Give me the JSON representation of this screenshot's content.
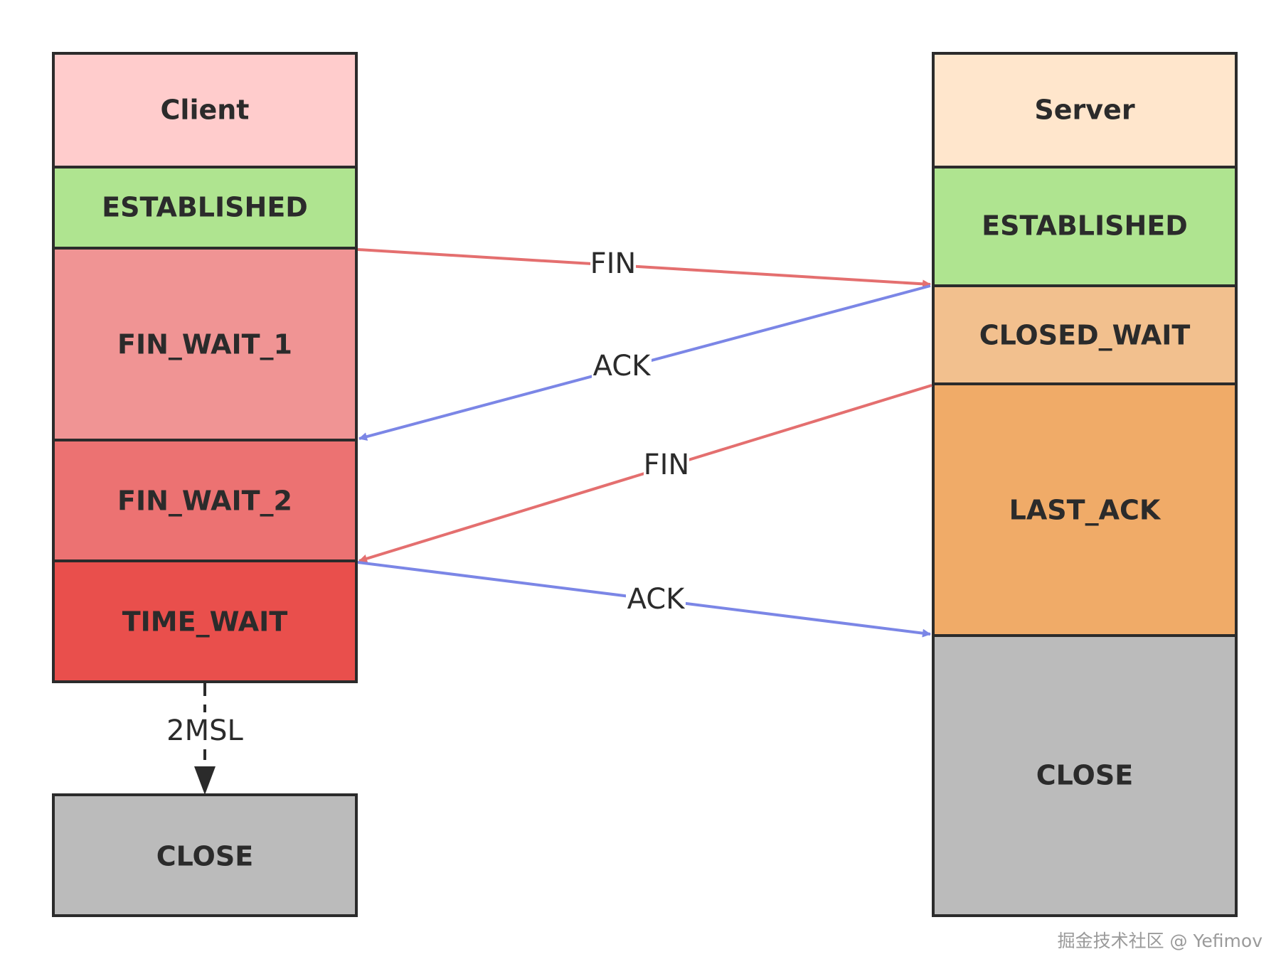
{
  "client": {
    "states": [
      {
        "label": "Client",
        "color": "#ffcccc"
      },
      {
        "label": "ESTABLISHED",
        "color": "#afe490"
      },
      {
        "label": "FIN_WAIT_1",
        "color": "#f09494"
      },
      {
        "label": "FIN_WAIT_2",
        "color": "#ec7272"
      },
      {
        "label": "TIME_WAIT",
        "color": "#e94f4c"
      }
    ],
    "timer_label": "2MSL",
    "final_state": {
      "label": "CLOSE",
      "color": "#bbbbbb"
    }
  },
  "server": {
    "states": [
      {
        "label": "Server",
        "color": "#ffe6cc"
      },
      {
        "label": "ESTABLISHED",
        "color": "#afe490"
      },
      {
        "label": "CLOSED_WAIT",
        "color": "#f2c08e"
      },
      {
        "label": "LAST_ACK",
        "color": "#f0ab68"
      },
      {
        "label": "CLOSE",
        "color": "#bbbbbb"
      }
    ]
  },
  "messages": [
    {
      "label": "FIN",
      "color": "#e46f6f"
    },
    {
      "label": "ACK",
      "color": "#7b86e6"
    },
    {
      "label": "FIN",
      "color": "#e46f6f"
    },
    {
      "label": "ACK",
      "color": "#7b86e6"
    }
  ],
  "watermark": "掘金技术社区 @ Yefimov"
}
